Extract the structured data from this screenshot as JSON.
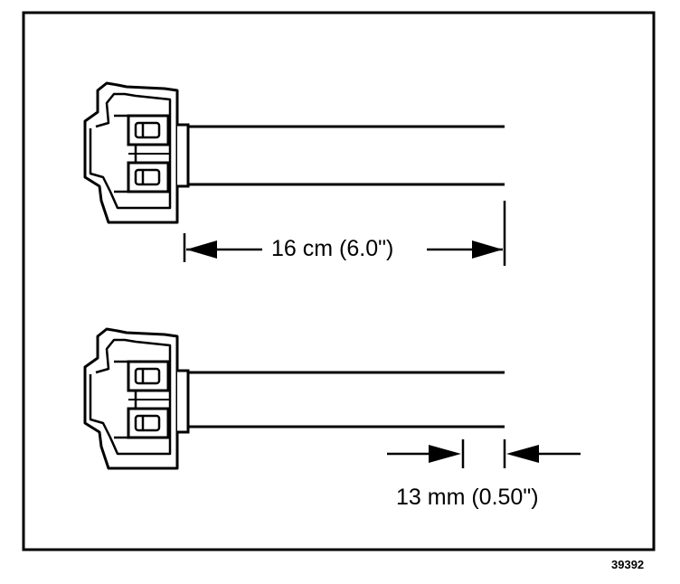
{
  "dimensions": {
    "harness_length": "16 cm (6.0\")",
    "strip_length": "13 mm (0.50\")"
  },
  "figure_number": "39392"
}
